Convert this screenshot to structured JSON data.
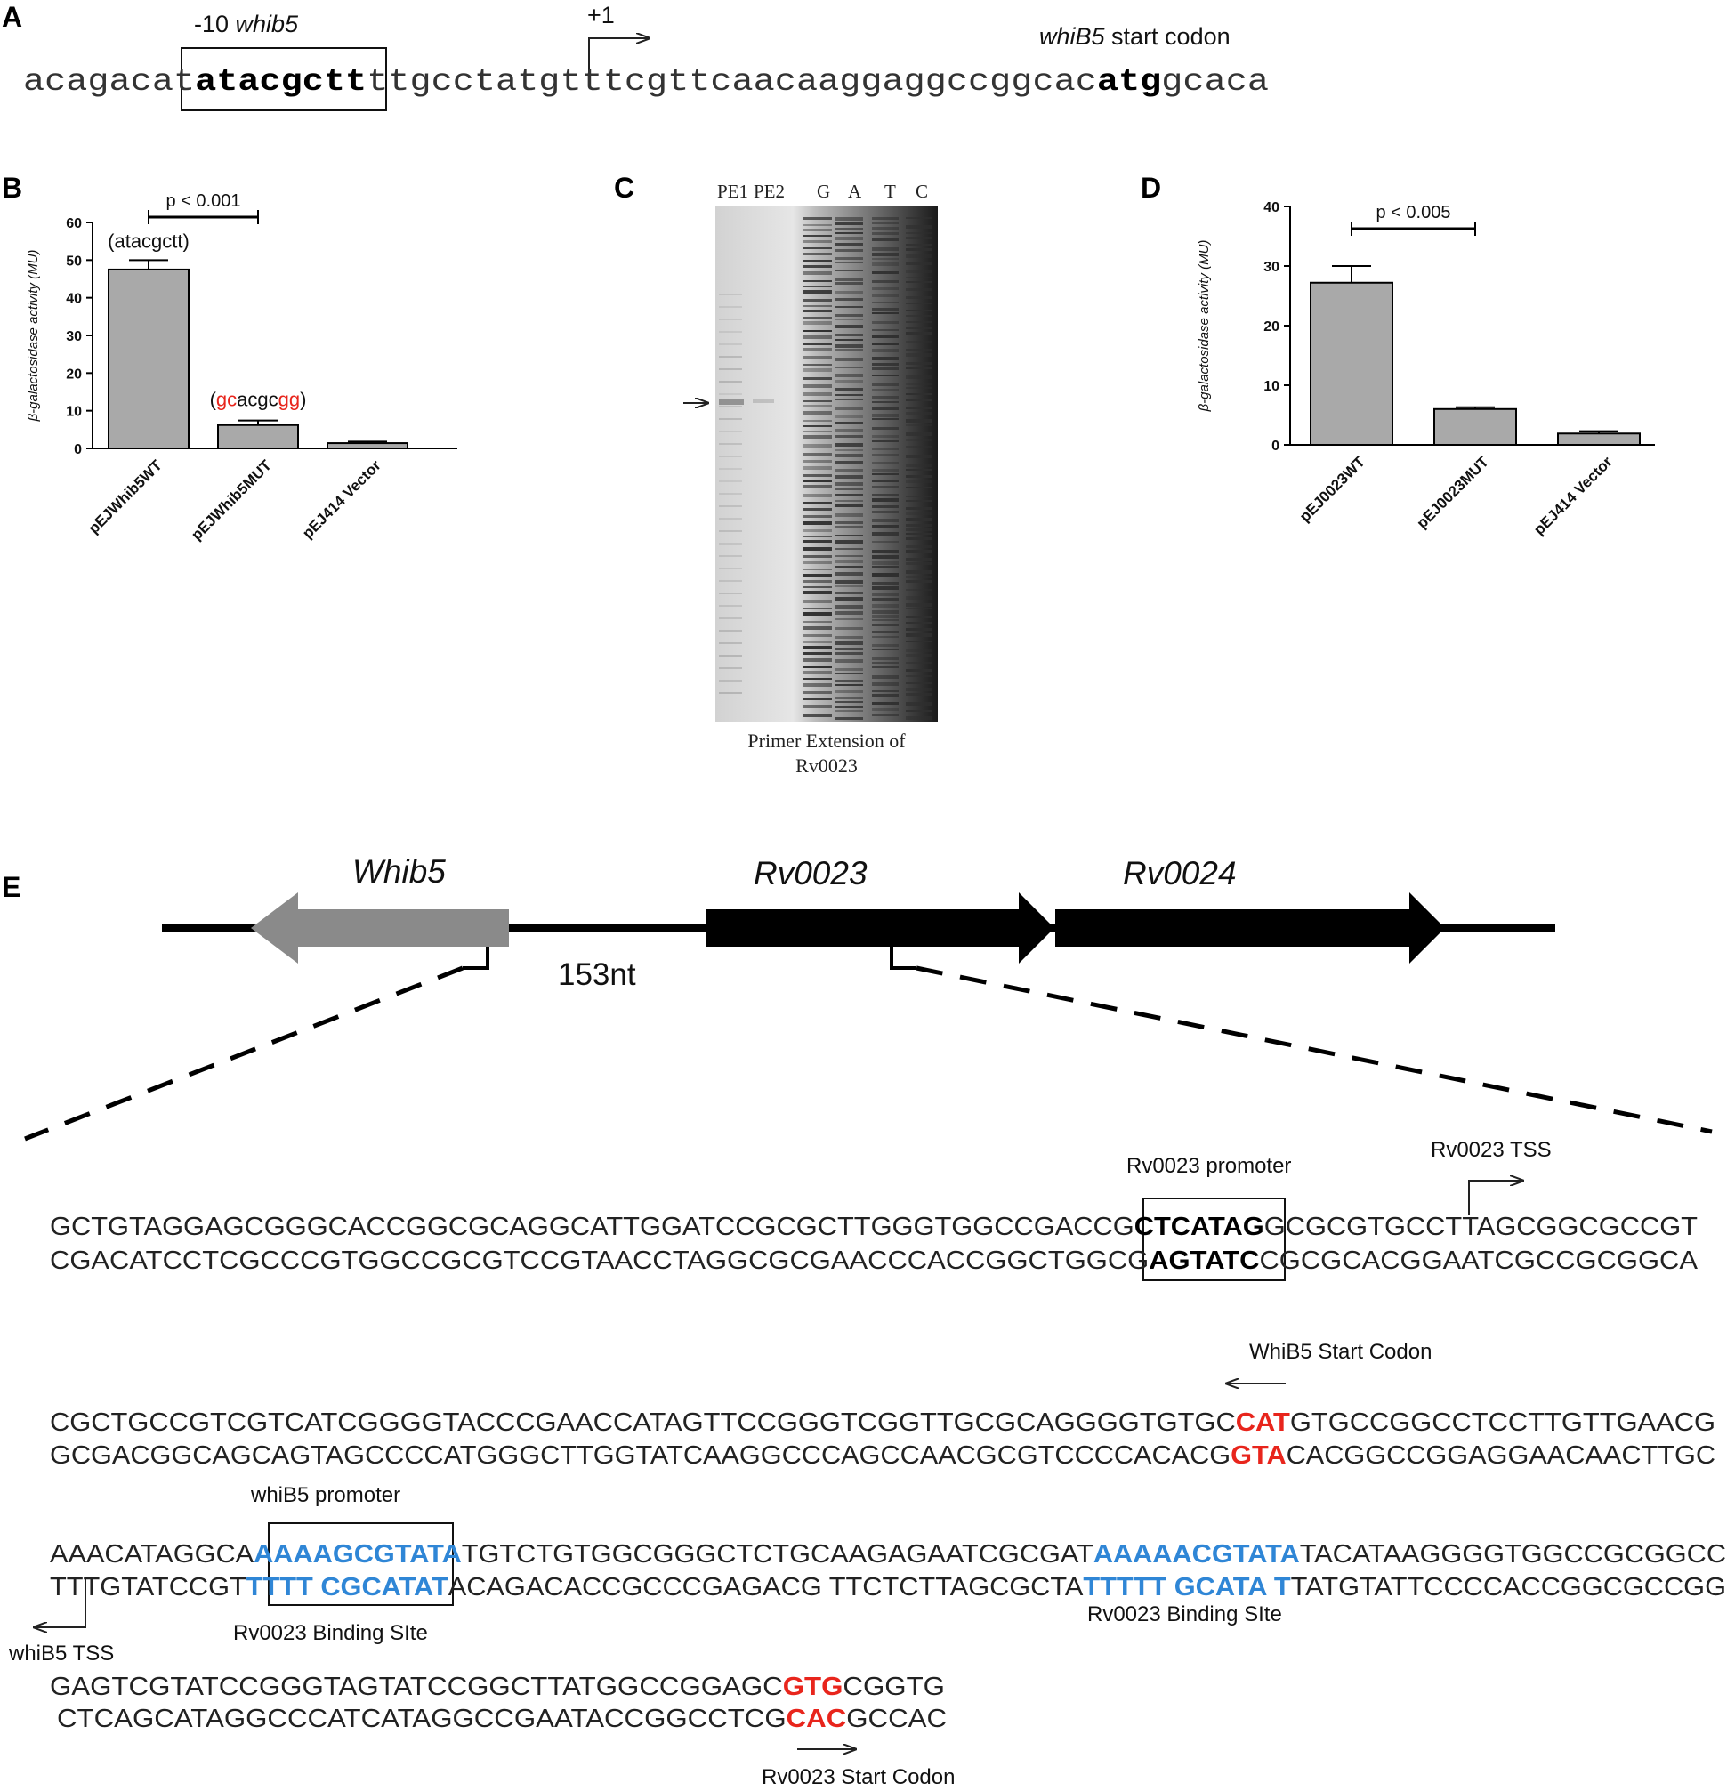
{
  "panel_labels": {
    "a": "A",
    "b": "B",
    "c": "C",
    "d": "D",
    "e": "E"
  },
  "panel_a": {
    "minus10_prefix": "-10 ",
    "minus10_gene": "whib5",
    "plus1": "+1",
    "start_codon_gene": "whiB5",
    "start_codon_suffix": " start codon",
    "seq_parts": [
      "acagacat",
      "atacgctt",
      "ttgcctatgtttcgttcaacaaggaggccggcac",
      "atg",
      "gcaca"
    ]
  },
  "chart_data": [
    {
      "type": "bar",
      "panel": "B",
      "categories": [
        "pEJWhib5WT",
        "pEJWhib5MUT",
        "pEJ414 Vector"
      ],
      "values": [
        47.5,
        6.2,
        1.4
      ],
      "errors": [
        2.5,
        1.2,
        0.4
      ],
      "ylabel": "β-galactosidase activity (MU)",
      "ylim": [
        0,
        60
      ],
      "yticks": [
        "0",
        "10",
        "20",
        "30",
        "40",
        "50",
        "60"
      ],
      "bar_color": "#a9a9a9",
      "significance": "p < 0.001",
      "annotation_wt": "(atacgctt)",
      "annotation_mut": {
        "open": "(",
        "m1": "gc",
        "mid": "acgc",
        "m2": "gg",
        "close": ")"
      }
    },
    {
      "type": "bar",
      "panel": "D",
      "categories": [
        "pEJ0023WT",
        "pEJ0023MUT",
        "pEJ414 Vector"
      ],
      "values": [
        27.2,
        6.0,
        1.9
      ],
      "errors": [
        2.8,
        0.3,
        0.4
      ],
      "ylabel": "β-galactosidase activity (MU)",
      "ylim": [
        0,
        40
      ],
      "yticks": [
        "0",
        "10",
        "20",
        "30",
        "40"
      ],
      "bar_color": "#a9a9a9",
      "significance": "p < 0.005"
    }
  ],
  "panel_c": {
    "lanes": [
      "PE1",
      "PE2",
      "G",
      "A",
      "T",
      "C"
    ],
    "caption_line1": "Primer Extension of",
    "caption_line2": "Rv0023"
  },
  "panel_e": {
    "genes": {
      "whib5": "Whib5",
      "rv0023": "Rv0023",
      "rv0024": "Rv0024"
    },
    "gap": "153nt",
    "rv0023_promoter": "Rv0023 promoter",
    "rv0023_tss": "Rv0023 TSS",
    "whib5_start": "WhiB5 Start Codon",
    "whib5_promoter": "whiB5 promoter",
    "binding_site_1": "Rv0023 Binding SIte",
    "binding_site_2": "Rv0023 Binding SIte",
    "whib5_tss": "whiB5 TSS",
    "rv0023_start": "Rv0023 Start Codon",
    "row1_top": [
      "GCTGTAGGAGCGGGCACCGGCGCAGGCATTGGATCCGCGCTTGGGTGGCCGACCG",
      "CTCATAG",
      "GCGCGTGCCTTAGCGGCGCCGT"
    ],
    "row1_bot": [
      "CGACATCCTCGCCCGTGGCCGCGTCCGTAACCTAGGCGCGAACCCACCGGCTGGCG",
      "AGTATC",
      "CGCGCACGGAATCGCCGCGGCA"
    ],
    "row2_top": [
      "CGCTGCCGTCGTCATCGGGGTACCCGAACCATAGTTCCGGGTCGGTTGCGCAGGGGTGTGC",
      "CAT",
      "GTGCCGGCCTCCTTGTTGAACG"
    ],
    "row2_bot": [
      "GCGACGGCAGCAGTAGCCCCATGGGCTTGGTATCAAGGCCCAGCCAACGCGTCCCCACACG",
      "GTA",
      "CACGGCCGGAGGAACAACTTGC"
    ],
    "row3_top": [
      "AAACATAGGCA",
      "AAAAGCGTATA",
      "TGTCTGTGGCGGGCTCTGCAAGAGAATCGCGAT",
      "AAAAACGTATA",
      "TACATAAGGGGTGGCCGCGGCC"
    ],
    "row3_bot": [
      "TTTGTATCCGT",
      "TTTT CGCATAT",
      "ACAGACACCGCCCGAGACG TTCTCTTAGCGCTA",
      "TTTTT GCATA T",
      "TATGTATTCCCCACCGGCGCCGG"
    ],
    "row4_top": [
      "GAGTCGTATCCGGGTAGTATCCGGCTTATGGCCGGAGC",
      "GTG",
      "CGGTG"
    ],
    "row4_bot": [
      "CTCAGCATAGGCCCATCATAGGCCGAATACCGGCCTCG",
      "CAC",
      "GCCAC"
    ]
  }
}
